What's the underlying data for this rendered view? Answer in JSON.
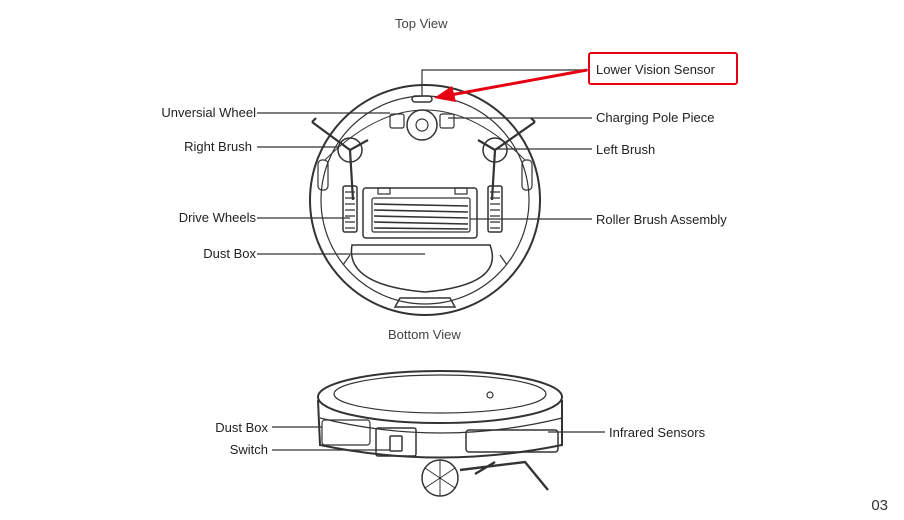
{
  "diagram": {
    "top_caption": "Top View",
    "bottom_caption": "Bottom View",
    "page_number": "03",
    "colors": {
      "highlight": "#e60012",
      "line": "#333333"
    },
    "top_labels_left": [
      "Unversial Wheel",
      "Right Brush",
      "Drive Wheels",
      "Dust Box"
    ],
    "top_labels_right": [
      "Charging Pole Piece",
      "Left Brush",
      "Roller Brush Assembly"
    ],
    "highlight_label": "Lower Vision Sensor",
    "side_labels_left": [
      "Dust Box",
      "Switch"
    ],
    "side_labels_right": [
      "Infrared Sensors"
    ]
  }
}
